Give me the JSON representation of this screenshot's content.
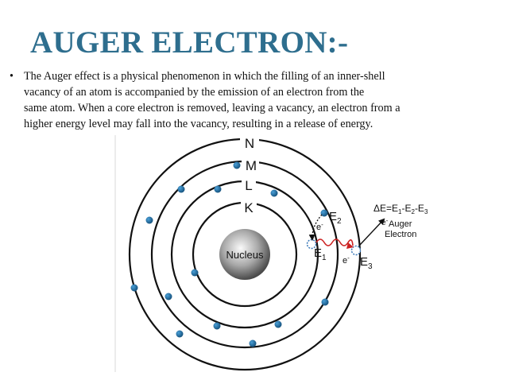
{
  "slide": {
    "title": "AUGER ELECTRON:-",
    "title_color": "#2e6e8e",
    "bullet_symbol": "•",
    "bullet_lines": [
      "The Auger effect is a physical phenomenon in which the filling of an inner-shell",
      "vacancy of an atom is accompanied by the emission of an electron from the",
      "same atom. When a core electron is removed, leaving a vacancy, an electron from a",
      "higher energy level may fall into the vacancy, resulting in a release of energy."
    ]
  },
  "diagram": {
    "nucleus_label": "Nucleus",
    "shells": [
      {
        "label": "K"
      },
      {
        "label": "L"
      },
      {
        "label": "M"
      },
      {
        "label": "N"
      }
    ],
    "level_labels": {
      "e1": "E",
      "e1_sub": "1",
      "e2": "E",
      "e2_sub": "2",
      "e3": "E",
      "e3_sub": "3"
    },
    "electron_marks": {
      "inner": "e",
      "outer": "e",
      "sup": "-"
    },
    "formula": {
      "d": "ΔE=E",
      "s1": "1",
      "m1": "-E",
      "s2": "2",
      "m2": "-E",
      "s3": "3"
    },
    "auger_label": {
      "line1": "Auger",
      "line2": "Electron",
      "e": "e",
      "sup": "-"
    },
    "colors": {
      "electron": "#1f5f8f",
      "orbit": "#111111",
      "transition": "#cc2222",
      "vacancy": "#3a78b8"
    }
  }
}
